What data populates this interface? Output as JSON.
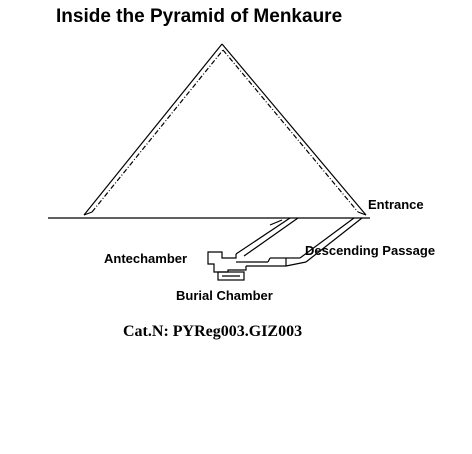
{
  "title": "Inside the Pyramid of Menkaure",
  "labels": {
    "entrance": "Entrance",
    "descending_passage": "Descending Passage",
    "antechamber": "Antechamber",
    "burial_chamber": "Burial Chamber"
  },
  "catalog": "Cat.N: PYReg003.GIZ003",
  "colors": {
    "line": "#000000",
    "background": "#ffffff"
  }
}
